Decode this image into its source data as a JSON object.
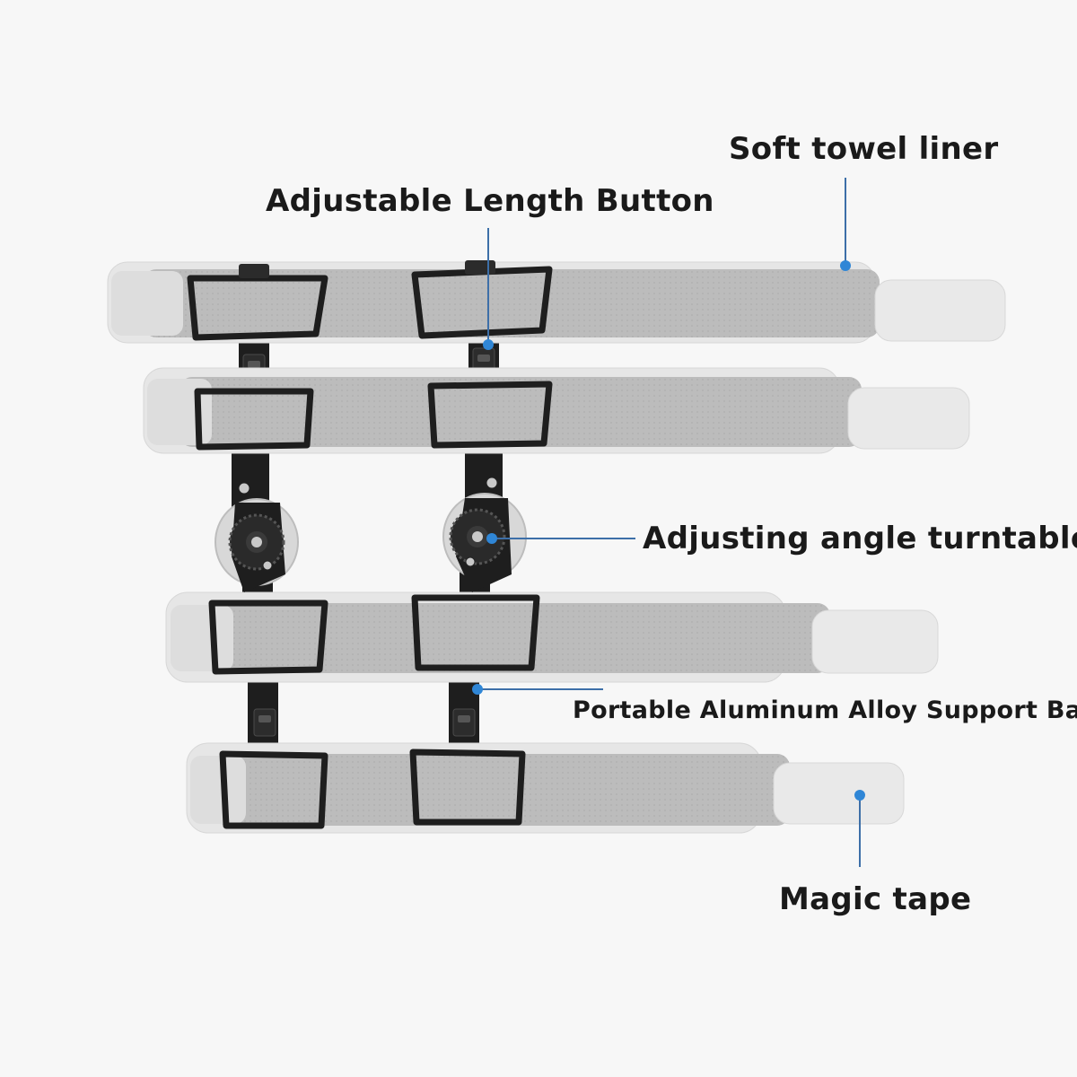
{
  "figure": {
    "subject": "hinged-knee-brace",
    "colors": {
      "background": "#f7f7f7",
      "pad": "#e6e6e6",
      "strap": "#bdbdbd",
      "hardware": "#1e1e1e",
      "pointer_line": "#3d6fa8",
      "pointer_dot": "#2f86d6"
    }
  },
  "callouts": {
    "soft_towel_liner": "Soft towel liner",
    "adjustable_length_button": "Adjustable Length Button",
    "adjusting_angle_turntable": "Adjusting angle turntable",
    "support_bar": "Portable Aluminum Alloy Support Bar",
    "magic_tape": "Magic tape"
  }
}
